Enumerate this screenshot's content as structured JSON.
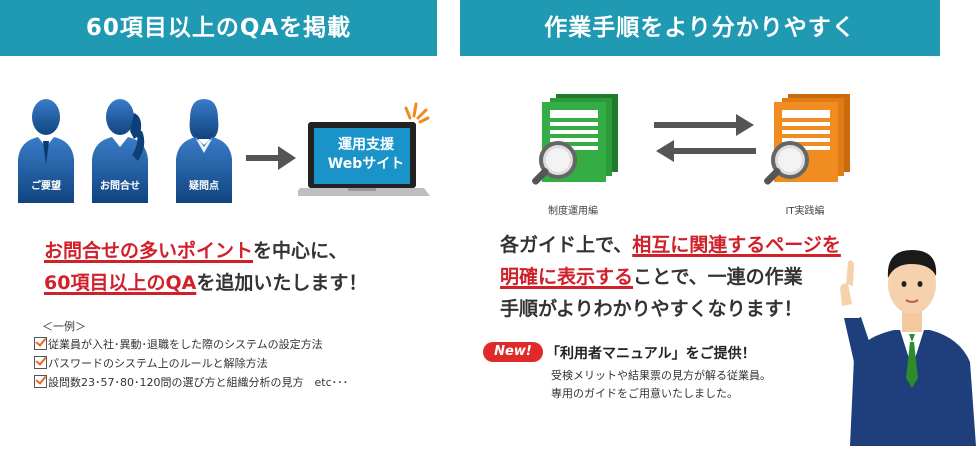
{
  "left_banner": {
    "title": "60項目以上のQAを掲載"
  },
  "right_banner": {
    "title": "作業手順をより分かりやすく"
  },
  "people": [
    {
      "label": "ご要望",
      "icon": "person-icon"
    },
    {
      "label": "お問合せ",
      "icon": "person-phone-icon"
    },
    {
      "label": "疑問点",
      "icon": "person-icon"
    }
  ],
  "laptop": {
    "line1": "運用支援",
    "line2": "Webサイト"
  },
  "left_lead": {
    "line1_hl": "お問合せの多いポイント",
    "line1_rest": "を中心に、",
    "line2_hl": "60項目以上のQA",
    "line2_rest": "を追加いたします！"
  },
  "examples": {
    "heading": "＜一例＞",
    "items": [
      "従業員が入社･異動･退職をした際のシステムの設定方法",
      "パスワードのシステム上のルールと解除方法",
      "設問数23･57･80･120問の選び方と組織分析の見方　etc･･･"
    ]
  },
  "docs": {
    "left_caption": "制度運用編",
    "right_caption": "IT実践編",
    "left_color": "#2a9a3a",
    "right_color": "#ef8a1c"
  },
  "right_lead": {
    "l1_norm": "各ガイド上で、",
    "l1_hl": "相互に関連するページを",
    "l2_hl": "明確に表示する",
    "l2_rest": "ことで、一連の作業",
    "l3": "手順がよりわかりやすくなります！"
  },
  "manual": {
    "badge": "New!",
    "title": "「利用者マニュアル」をご提供！",
    "line1": "受検メリットや結果票の見方が解る従業員。",
    "line2": "専用のガイドをご用意いたしました。"
  },
  "colors": {
    "banner": "#2099b3",
    "highlight": "#d0202a",
    "person": "#1d5ea8",
    "laptop_screen": "#1a93c9"
  }
}
